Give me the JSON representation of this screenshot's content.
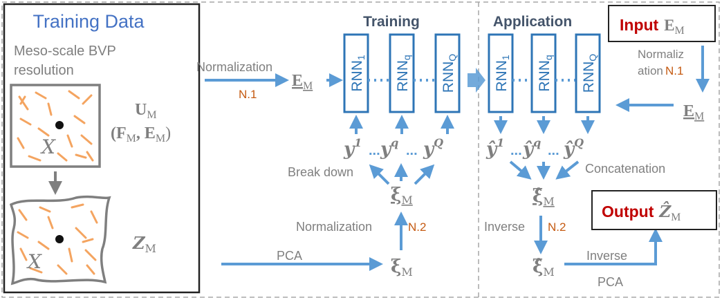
{
  "colors": {
    "blue": "#5b9bd5",
    "rnn_blue": "#2e75b6",
    "title_blue": "#4472c4",
    "gray": "#7f7f7f",
    "dark": "#222222",
    "orange": "#f4a460",
    "norm_orange": "#c55a11",
    "red": "#c00000",
    "heading": "#44546a"
  },
  "training_data": {
    "title": "Training Data",
    "subtitle_line1": "Meso-scale BVP",
    "subtitle_line2": "resolution",
    "point_label": "X",
    "u_label": "U",
    "f_e_label_parts": [
      "(F",
      ", E",
      ")"
    ],
    "z_label": "Z",
    "subscript": "M"
  },
  "preprocessing": {
    "normalization_label": "Normalization",
    "n1": "N.1",
    "em_label": "E",
    "pca_label": "PCA",
    "xi_label": "ξ",
    "normalization2_label": "Normalization",
    "n2": "N.2",
    "break_down_label": "Break down"
  },
  "training": {
    "title": "Training",
    "rnns": [
      "RNN",
      "RNN",
      "RNN"
    ],
    "rnn_subs": [
      "1",
      "q",
      "Q"
    ],
    "outputs": [
      "y",
      "y",
      "y"
    ],
    "output_sups": [
      "1",
      "q",
      "Q"
    ],
    "ellipsis": "..."
  },
  "application": {
    "title": "Application",
    "input_label": "Input",
    "input_var": "E",
    "normalization_line1": "Normaliz",
    "normalization_line2": "ation",
    "n1": "N.1",
    "em_label": "E",
    "rnns": [
      "RNN",
      "RNN",
      "RNN"
    ],
    "rnn_subs": [
      "1",
      "q",
      "Q"
    ],
    "outputs": [
      "ŷ",
      "ŷ",
      "ŷ"
    ],
    "output_sups": [
      "1",
      "q",
      "Q"
    ],
    "concatenation_label": "Concatenation",
    "xi_hat_label": "ξ̂",
    "inverse_label": "Inverse",
    "n2": "N.2",
    "inverse2_label": "Inverse",
    "pca_label": "PCA",
    "output_label": "Output",
    "output_var": "Ẑ",
    "subscript": "M"
  }
}
